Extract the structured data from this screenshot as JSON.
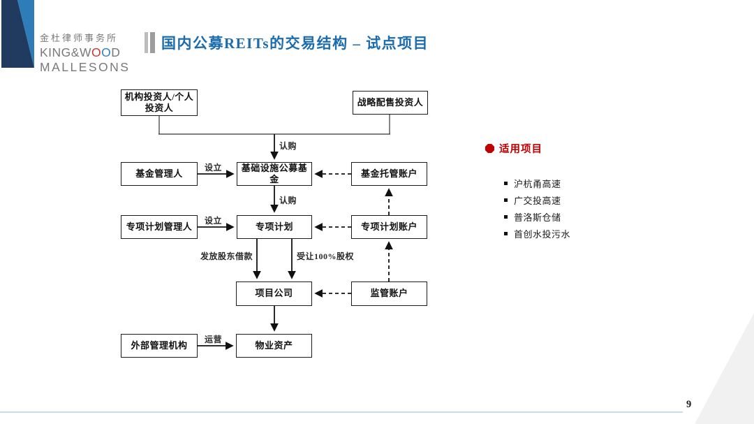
{
  "logo": {
    "cn": "金杜律师事务所",
    "en1_pre": "KING&W",
    "en1_o1": "O",
    "en1_o2": "O",
    "en1_post": "D",
    "en2": "MALLESONS"
  },
  "title": "国内公募REITs的交易结构 – 试点项目",
  "diagram": {
    "nodes": {
      "investors": "机构投资人/个人投资人",
      "strategic_investors": "战略配售投资人",
      "fund_manager": "基金管理人",
      "public_fund": "基础设施公募基金",
      "fund_custody_account": "基金托管账户",
      "abs_plan_manager": "专项计划管理人",
      "abs_plan": "专项计划",
      "abs_plan_account": "专项计划账户",
      "project_company": "项目公司",
      "supervision_account": "监管账户",
      "external_manager": "外部管理机构",
      "property_assets": "物业资产"
    },
    "edge_labels": {
      "subscribe_top": "认购",
      "subscribe_mid": "认购",
      "establish_fund": "设立",
      "establish_abs": "设立",
      "shareholder_loan": "发放股东借款",
      "equity_transfer": "受让100%股权",
      "operate": "运营"
    }
  },
  "sidebar": {
    "heading": "适用项目",
    "items": [
      "沪杭甬高速",
      "广交投高速",
      "普洛斯仓储",
      "首创水投污水"
    ]
  },
  "footer": {
    "page_number": "9"
  },
  "colors": {
    "title_blue": "#1b6cae",
    "accent_red": "#c00000",
    "logo_navy": "#203a60",
    "logo_blue": "#2e7cb8",
    "footer_line": "#c9dcea"
  }
}
